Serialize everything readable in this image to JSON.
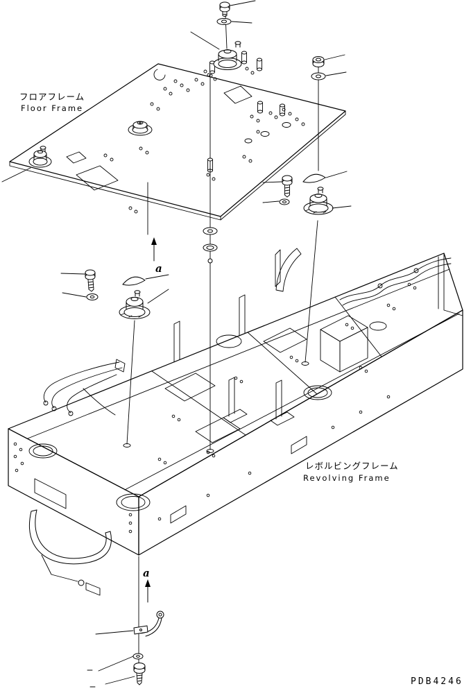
{
  "page": {
    "background_color": "#ffffff",
    "ink_color": "#000000"
  },
  "diagram": {
    "drawing_number": "PDB4246",
    "section_markers": [
      "a",
      "a"
    ],
    "labels": {
      "floor_frame": {
        "jp": "フロアフレーム",
        "en": "Floor Frame"
      },
      "revolving_frame": {
        "jp": "レボルビングフレーム",
        "en": "Revolving Frame"
      }
    }
  }
}
